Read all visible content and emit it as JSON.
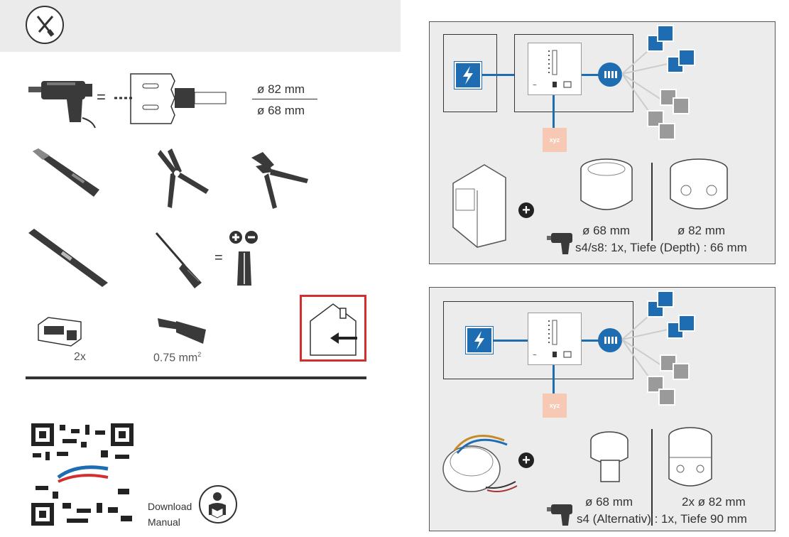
{
  "left": {
    "drill_sizes": {
      "large": "ø 82 mm",
      "small": "ø 68 mm"
    },
    "equals_sign": "=",
    "connector_qty": "2x",
    "wire_gauge": {
      "value": "0.75 mm",
      "superscript": "2"
    },
    "download": {
      "line1": "Download",
      "line2": "Manual"
    }
  },
  "panel_top": {
    "box_label_68": "ø 68 mm",
    "box_label_82": "ø 82 mm",
    "depth_note": "s4/s8: 1x, Tiefe (Depth) : 66 mm",
    "xyz_tag": "xyz"
  },
  "panel_bottom": {
    "box_label_68": "ø 68 mm",
    "box_label_82": "2x ø 82 mm",
    "depth_note": "s4 (Alternativ) : 1x, Tiefe 90 mm",
    "xyz_tag": "xyz"
  },
  "colors": {
    "accent_blue": "#1e6db3",
    "fan_gray": "#9a9a9a",
    "highlight_red": "#d32f2f",
    "sensor_peach": "#f7c9b5"
  }
}
